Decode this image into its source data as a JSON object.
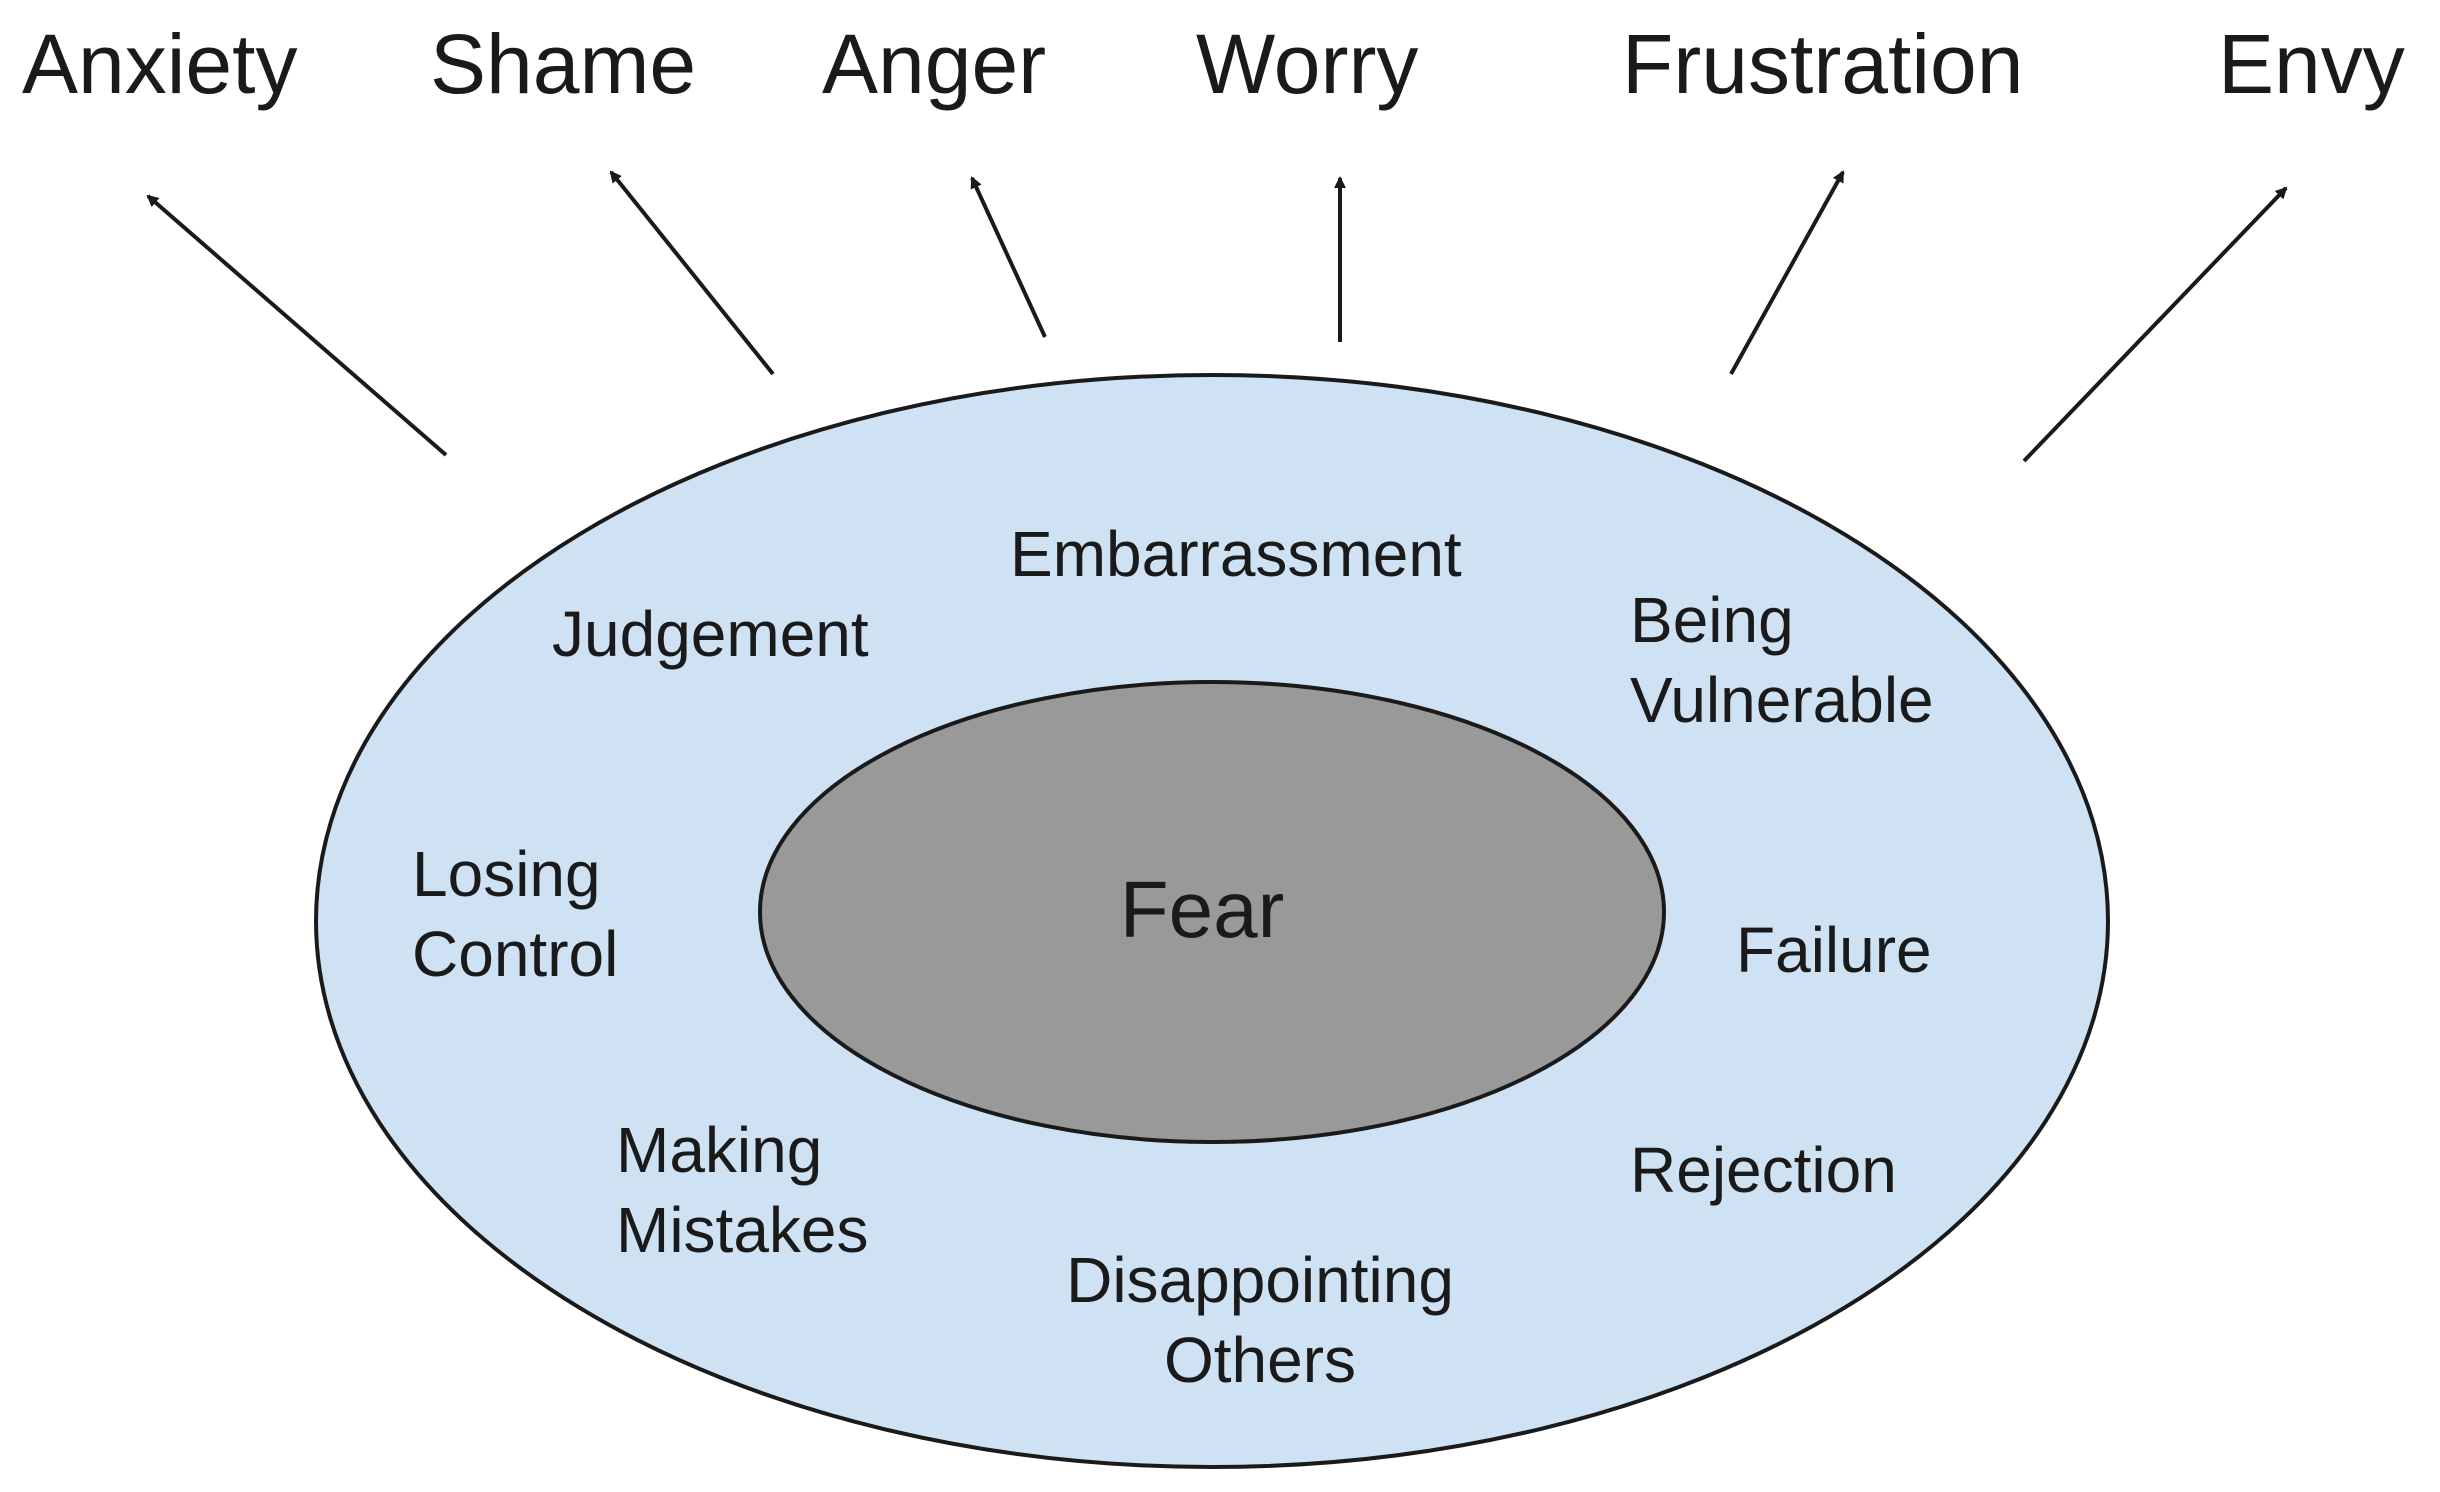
{
  "emotions": [
    {
      "label": "Anxiety"
    },
    {
      "label": "Shame"
    },
    {
      "label": "Anger"
    },
    {
      "label": "Worry"
    },
    {
      "label": "Frustration"
    },
    {
      "label": "Envy"
    }
  ],
  "core": {
    "label": "Fear"
  },
  "fears": [
    {
      "lines": [
        "Embarrassment"
      ]
    },
    {
      "lines": [
        "Judgement"
      ]
    },
    {
      "lines": [
        "Being",
        "Vulnerable"
      ]
    },
    {
      "lines": [
        "Losing",
        "Control"
      ]
    },
    {
      "lines": [
        "Failure"
      ]
    },
    {
      "lines": [
        "Making",
        "Mistakes"
      ]
    },
    {
      "lines": [
        "Rejection"
      ]
    },
    {
      "lines": [
        "Disappointing",
        "Others"
      ]
    }
  ],
  "colors": {
    "outer_fill": "#cfe2f3",
    "outer_stroke": "#1a1a1a",
    "inner_fill": "#999999",
    "inner_stroke": "#1a1a1a",
    "arrow": "#1a1a1a",
    "text": "#1a1a1a"
  }
}
